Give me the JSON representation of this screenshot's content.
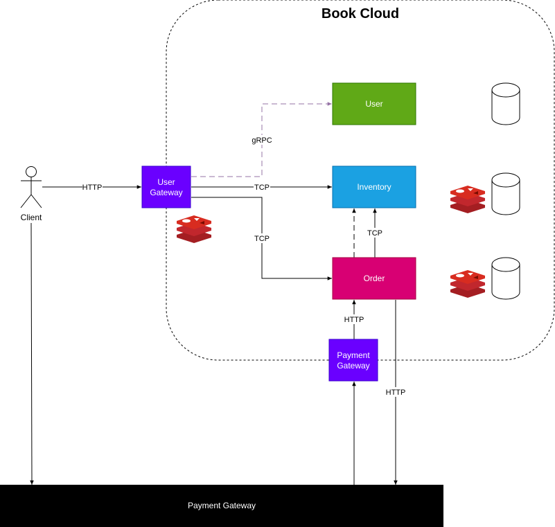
{
  "title": "Book Cloud",
  "actor": {
    "label": "Client"
  },
  "nodes": {
    "user_gateway": {
      "line1": "User",
      "line2": "Gateway",
      "color": "#6a00ff"
    },
    "user": {
      "label": "User",
      "color": "#60a917"
    },
    "inventory": {
      "label": "Inventory",
      "color": "#1ba1e2"
    },
    "order": {
      "label": "Order",
      "color": "#d80073"
    },
    "payment_gateway_box": {
      "line1": "Payment",
      "line2": "Gateway",
      "color": "#6a00ff"
    },
    "payment_gateway_bar": {
      "label": "Payment Gateway",
      "color": "#000000"
    }
  },
  "edges": {
    "client_to_gateway": "HTTP",
    "gateway_to_user": "gRPC",
    "gateway_to_inventory": "TCP",
    "gateway_to_order": "TCP",
    "order_to_inventory": "TCP",
    "payment_to_order": "HTTP",
    "order_to_payment_bar": "HTTP"
  },
  "colors": {
    "grpc_edge": "#9673a6",
    "redis": "#c1272d",
    "boundary": "#000000"
  },
  "icons": [
    "database-icon",
    "redis-icon",
    "actor-icon"
  ]
}
